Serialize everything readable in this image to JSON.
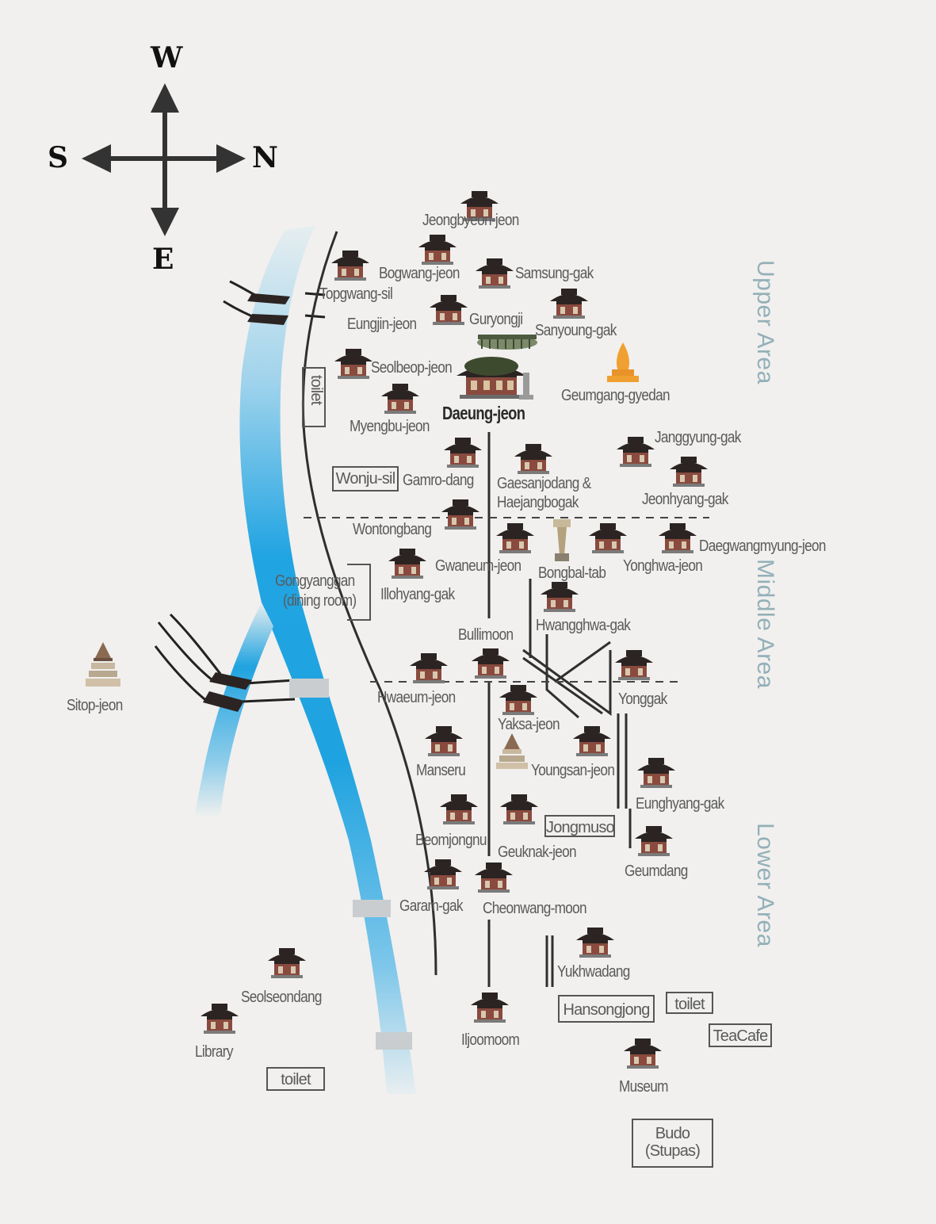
{
  "compass": {
    "west": "W",
    "south": "S",
    "north": "N",
    "east": "E"
  },
  "areas": {
    "upper": "Upper Area",
    "middle": "Middle Area",
    "lower": "Lower Area"
  },
  "main_hall": "Daeung-jeon",
  "buildings": {
    "jeongbyeon": "Jeongbyeon-jeon",
    "bogwang": "Bogwang-jeon",
    "samsung": "Samsung-gak",
    "topgwang": "Topgwang-sil",
    "eungjin": "Eungjin-jeon",
    "guryongji": "Guryongji",
    "sanyoung": "Sanyoung-gak",
    "seolbeop": "Seolbeop-jeon",
    "geumgang": "Geumgang-gyedan",
    "myengbu": "Myengbu-jeon",
    "janggyung": "Janggyung-gak",
    "gamro": "Gamro-dang",
    "gaesan": "Gaesanjodang  &",
    "haejang": "Haejangbogak",
    "jeonhyang": "Jeonhyang-gak",
    "wontongbang": "Wontongbang",
    "daegwang": "Daegwangmyung-jeon",
    "gwaneum": "Gwaneum-jeon",
    "bongbal": "Bongbal-tab",
    "yonghwa": "Yonghwa-jeon",
    "illohyang": "Illohyang-gak",
    "hwangghwa": "Hwangghwa-gak",
    "bullimoon": "Bullimoon",
    "hwaeum": "Hwaeum-jeon",
    "yonggak": "Yonggak",
    "sitop": "Sitop-jeon",
    "yaksa": "Yaksa-jeon",
    "manseru": "Manseru",
    "youngsan": "Youngsan-jeon",
    "eunghyang": "Eunghyang-gak",
    "beomjongnu": "Beomjongnu",
    "geuknak": "Geuknak-jeon",
    "geumdang": "Geumdang",
    "garam": "Garam-gak",
    "cheonwang": "Cheonwang-moon",
    "yukhwadang": "Yukhwadang",
    "seolseondang": "Seolseondang",
    "library": "Library",
    "iljoomoom": "Iljoomoom",
    "museum": "Museum",
    "gongyanggan_1": "Gongyanggan",
    "gongyanggan_2": "(dining room)"
  },
  "boxes": {
    "toilet_upper": "toilet",
    "wonju": "Wonju-sil",
    "jongmuso": "Jongmuso",
    "hansongjong": "Hansongjong",
    "toilet_right": "toilet",
    "teacafe": "TeaCafe",
    "toilet_left": "toilet",
    "budo_1": "Budo",
    "budo_2": "(Stupas)"
  },
  "colors": {
    "background": "#f1f0ee",
    "river": "#1fa3e0",
    "river_pale": "#cfe6ee",
    "label": "#5a5a5a",
    "area_label": "#93b0b8",
    "roof": "#2b2422",
    "wall": "#8a4a3e",
    "stupa": "#f0a030"
  }
}
